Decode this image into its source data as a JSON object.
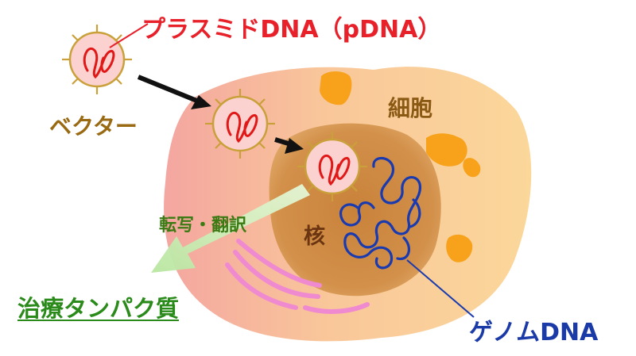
{
  "labels": {
    "plasmid_dna": "プラスミドDNA（pDNA）",
    "vector": "ベクター",
    "cell": "細胞",
    "nucleus": "核",
    "process": "転写・翻訳",
    "therapeutic_protein": "治療タンパク質",
    "genome_dna": "ゲノムDNA"
  },
  "colors": {
    "plasmid_label": "#e8202a",
    "vector_label": "#9a6a12",
    "cell_label": "#8a5a14",
    "nucleus_label": "#6a3510",
    "process_label": "#3c7a14",
    "protein_label": "#2a8a1a",
    "genome_label": "#1a3aa8",
    "vector_fill": "#fcd2d0",
    "vector_outline": "#c9a03a",
    "plasmid_strand": "#e01818",
    "genome_strand": "#1a3ab0",
    "nucleus_fill": "#c9823a",
    "organelle_fill": "#f7a21a",
    "mrna_arcs": "#f08ad0",
    "arrow": "#111111",
    "protein_arrow": "#c8ecb0"
  }
}
